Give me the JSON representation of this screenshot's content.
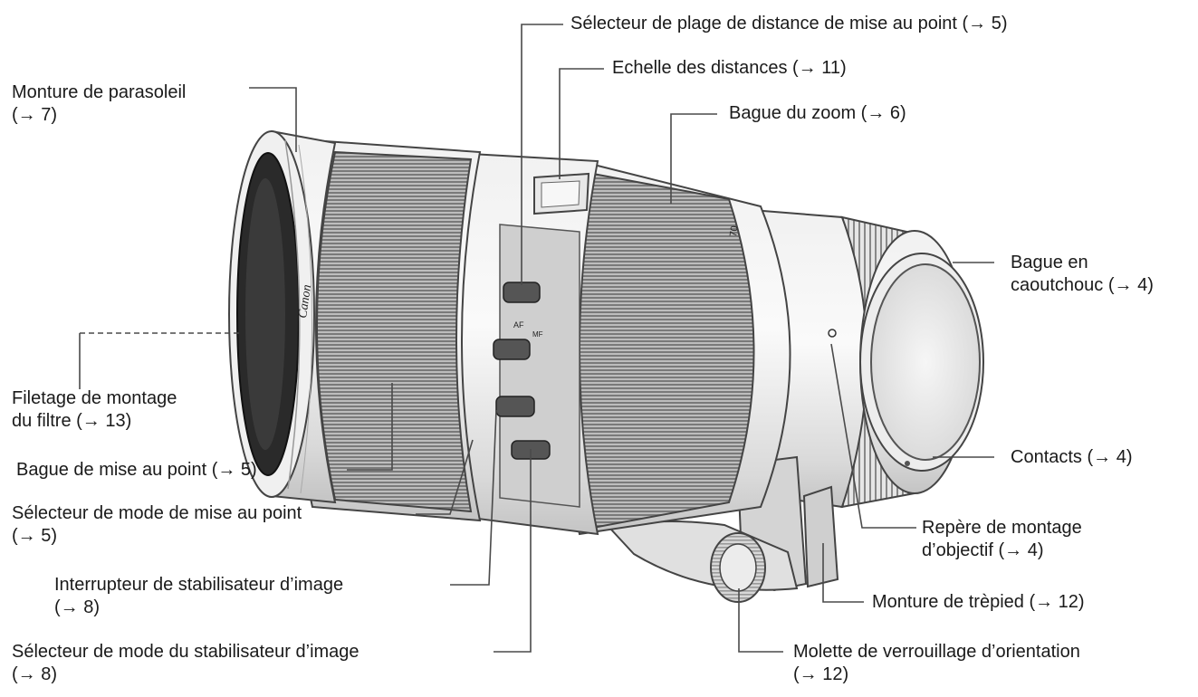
{
  "diagram": {
    "labels": [
      {
        "id": "hood",
        "lines": [
          "Monture de parasoleil",
          "(→ 7)"
        ]
      },
      {
        "id": "focus_range",
        "lines": [
          "Sélecteur de plage de distance de mise au point (→ 5)"
        ]
      },
      {
        "id": "distance_scale",
        "lines": [
          "Echelle des distances (→ 11)"
        ]
      },
      {
        "id": "zoom_ring",
        "lines": [
          "Bague du zoom (→ 6)"
        ]
      },
      {
        "id": "rubber_ring",
        "lines": [
          "Bague en",
          "caoutchouc (→ 4)"
        ]
      },
      {
        "id": "filter_thread",
        "lines": [
          "Filetage de montage",
          "du filtre (→ 13)"
        ]
      },
      {
        "id": "focus_ring",
        "lines": [
          "Bague de mise au point (→ 5)"
        ]
      },
      {
        "id": "contacts",
        "lines": [
          "Contacts (→ 4)"
        ]
      },
      {
        "id": "focus_mode",
        "lines": [
          "Sélecteur de mode de mise au point",
          "(→ 5)"
        ]
      },
      {
        "id": "mount_index",
        "lines": [
          "Repère de montage",
          "d’objectif (→ 4)"
        ]
      },
      {
        "id": "is_switch",
        "lines": [
          "Interrupteur de stabilisateur d’image",
          "(→ 8)"
        ]
      },
      {
        "id": "tripod_mount",
        "lines": [
          "Monture de trèpied (→ 12)"
        ]
      },
      {
        "id": "is_mode",
        "lines": [
          "Sélecteur de mode du stabilisateur d’image",
          "(→ 8)"
        ]
      },
      {
        "id": "lock_knob",
        "lines": [
          "Molette de verrouillage d’orientation",
          "(→ 12)"
        ]
      }
    ]
  },
  "lens_markings": {
    "brand": "Canon",
    "zoom_mark": "70",
    "focus_mode_af": "AF",
    "focus_mode_mf": "MF"
  }
}
